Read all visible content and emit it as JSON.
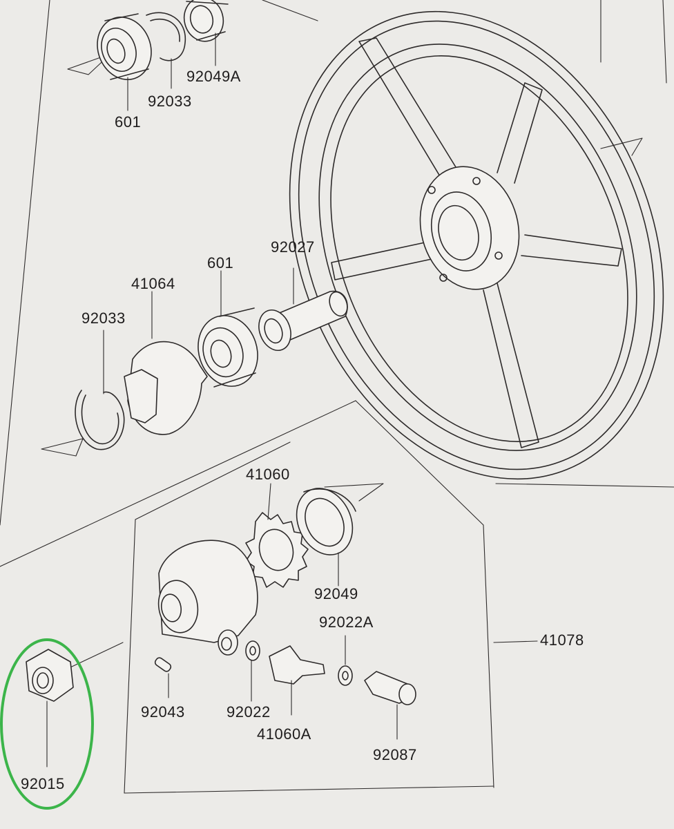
{
  "diagram": {
    "part_labels": {
      "p601_top": "601",
      "p92033_top": "92033",
      "p92049A": "92049A",
      "p92027": "92027",
      "p601_mid": "601",
      "p41064": "41064",
      "p92033_mid": "92033",
      "p41060": "41060",
      "p92049": "92049",
      "p92022A": "92022A",
      "p41078": "41078",
      "p92043": "92043",
      "p92022": "92022",
      "p41060A": "41060A",
      "p92087": "92087",
      "p92015": "92015"
    },
    "colors": {
      "paper": "#ecebe8",
      "ink": "#2d2a2a",
      "highlight": "#3cb54a"
    },
    "highlighted_part": "92015"
  }
}
